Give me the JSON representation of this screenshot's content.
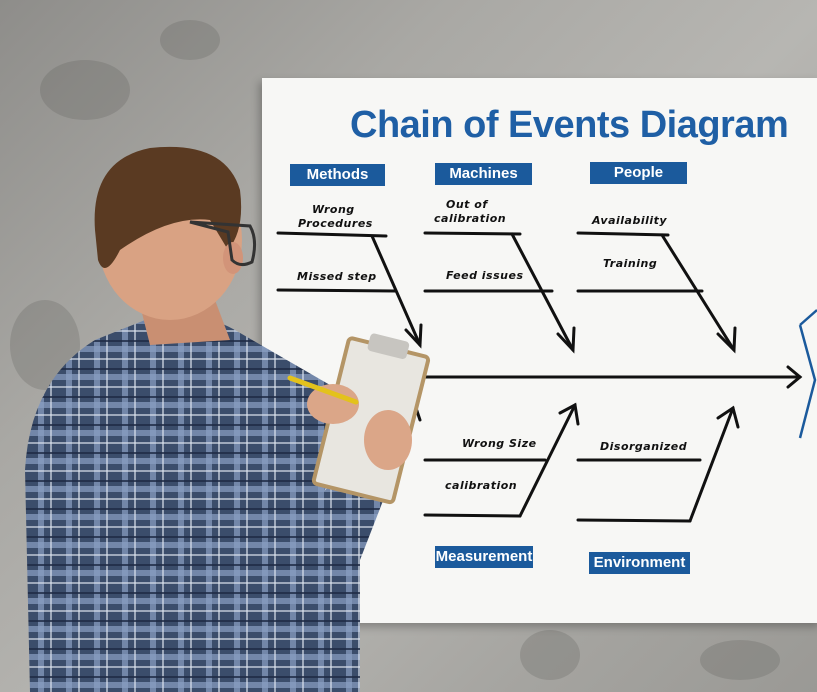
{
  "diagram": {
    "title": "Chain of Events Diagram",
    "categories": {
      "methods": "Methods",
      "machines": "Machines",
      "people": "People",
      "measurement": "Measurement",
      "environment": "Environment"
    },
    "causes": {
      "wrong_procedures_1": "Wrong",
      "wrong_procedures_2": "Procedures",
      "missed_step": "Missed step",
      "out_of_calibration_1": "Out of",
      "out_of_calibration_2": "calibration",
      "feed_issues": "Feed issues",
      "availability": "Availability",
      "training": "Training",
      "wrong_size": "Wrong Size",
      "calibration": "calibration",
      "disorganized": "Disorganized"
    }
  },
  "colors": {
    "brand_blue": "#1b5a9c",
    "title_blue": "#1f5fa5",
    "board_white": "#f7f7f5",
    "wall_gray": "#a9a8a4"
  }
}
